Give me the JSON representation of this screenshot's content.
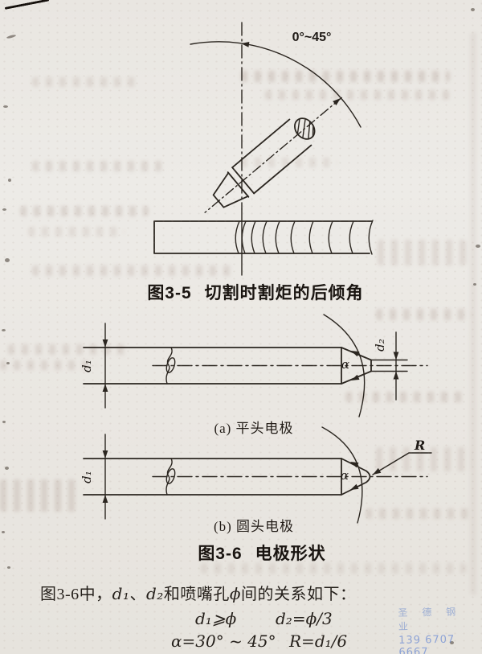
{
  "figure_3_5": {
    "angle_label": "0°~45°",
    "caption_label": "图3-5",
    "caption_title": "切割时割炬的后倾角"
  },
  "figure_3_6": {
    "caption_label": "图3-6",
    "caption_title": "电极形状",
    "electrode_a": {
      "caption": "(a) 平头电极",
      "dim_d1": "d₁",
      "dim_d2": "d₂",
      "angle_alpha": "α"
    },
    "electrode_b": {
      "caption": "(b) 圆头电极",
      "dim_d1": "d₁",
      "angle_alpha": "α",
      "radius_label": "R"
    }
  },
  "paragraph": {
    "intro": {
      "s1": "图3-6中，",
      "s2": "d₁",
      "s3": "、",
      "s4": "d₂",
      "s5": "和喷嘴孔",
      "s6": "ϕ",
      "s7": "间的关系如下："
    },
    "formulas": {
      "d1": "d₁⩾ϕ",
      "d2": "d₂=ϕ/3",
      "alpha": "α=30° ~ 45°",
      "r": "R=d₁/6"
    }
  },
  "watermark": {
    "line1": "圣 德 钢 业",
    "line2": "139 6707 6667"
  }
}
